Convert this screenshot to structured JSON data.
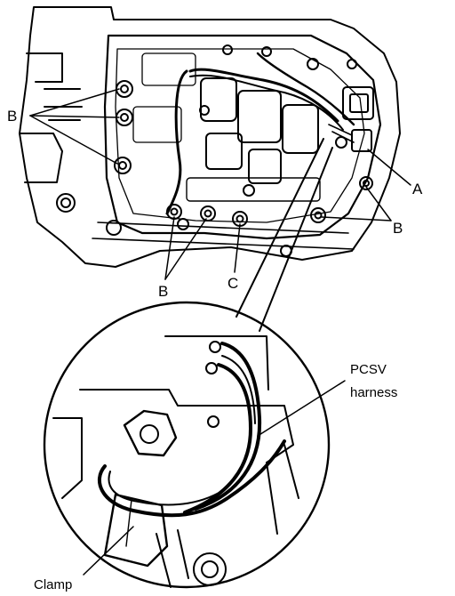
{
  "labels": {
    "b": "B",
    "a": "A",
    "c": "C",
    "pcsv_line1": "PCSV",
    "pcsv_line2": "harness",
    "clamp": "Clamp"
  },
  "colors": {
    "ink": "#000000",
    "paper": "#ffffff"
  }
}
